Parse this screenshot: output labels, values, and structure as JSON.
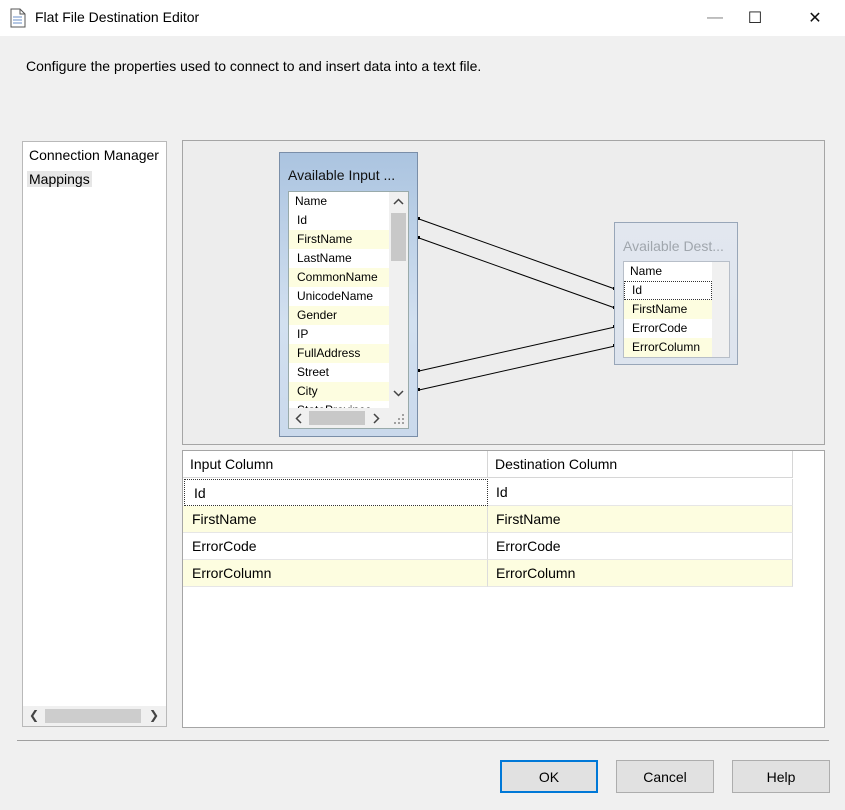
{
  "window": {
    "title": "Flat File Destination Editor",
    "minimize_glyph": "—",
    "maximize_glyph": "☐",
    "close_glyph": "✕"
  },
  "description": "Configure the properties used to connect to and insert data into a text file.",
  "nav": {
    "items": [
      {
        "label": "Connection Manager"
      },
      {
        "label": "Mappings"
      }
    ],
    "scroll_left": "❮",
    "scroll_right": "❯"
  },
  "input_box": {
    "title": "Available Input ...",
    "header": "Name",
    "columns": [
      "Id",
      "FirstName",
      "LastName",
      "CommonName",
      "UnicodeName",
      "Gender",
      "IP",
      "FullAddress",
      "Street",
      "City",
      "StateProvince"
    ]
  },
  "dest_box": {
    "title": "Available Dest...",
    "header": "Name",
    "columns": [
      "Id",
      "FirstName",
      "ErrorCode",
      "ErrorColumn"
    ]
  },
  "grid": {
    "headers": [
      "Input Column",
      "Destination Column"
    ],
    "rows": [
      {
        "input": "Id",
        "dest": "Id"
      },
      {
        "input": "FirstName",
        "dest": "FirstName"
      },
      {
        "input": "ErrorCode",
        "dest": "ErrorCode"
      },
      {
        "input": "ErrorColumn",
        "dest": "ErrorColumn"
      }
    ]
  },
  "buttons": {
    "ok": "OK",
    "cancel": "Cancel",
    "help": "Help"
  },
  "colors": {
    "accent": "#0078d7",
    "alt_row": "#fdfde0"
  }
}
